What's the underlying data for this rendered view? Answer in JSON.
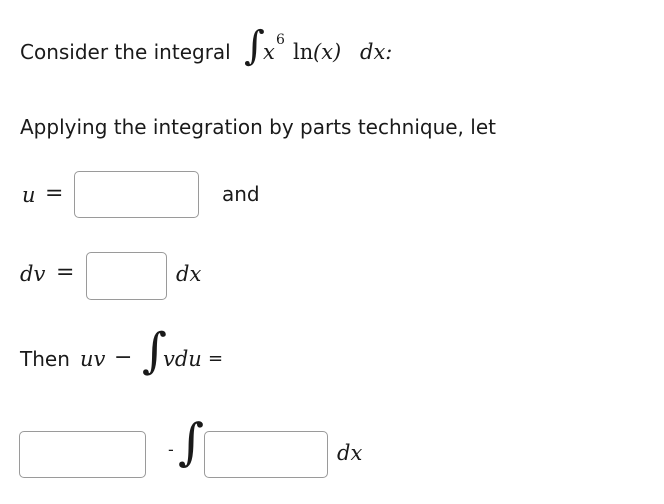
{
  "question": {
    "intro": "Consider the integral",
    "integrand_base": "x",
    "integrand_exp": "6",
    "integrand_log": "ln",
    "integrand_arg": "(x)",
    "differential": "dx:",
    "integral_sign": "∫"
  },
  "instruction": "Applying the integration by parts technique, let",
  "u_row": {
    "label": "u",
    "equals": "=",
    "input_value": "",
    "suffix": "and"
  },
  "dv_row": {
    "label": "dv",
    "equals": "=",
    "input_value": "",
    "suffix": "dx"
  },
  "then_row": {
    "prefix": "Then",
    "uv": "uv",
    "minus": "−",
    "integral_sign": "∫",
    "integrand": "vdu",
    "equals": "="
  },
  "answer_row": {
    "first_value": "",
    "minus": "-",
    "integral_sign": "∫",
    "second_value": "",
    "suffix": "dx"
  }
}
